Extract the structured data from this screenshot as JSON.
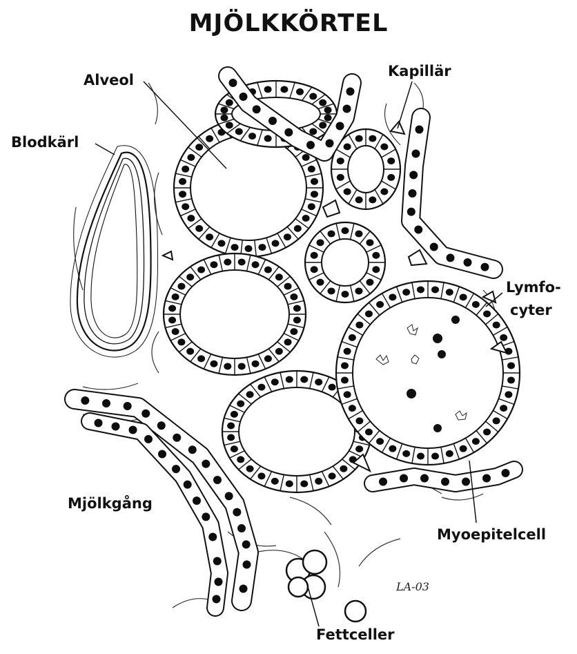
{
  "title": "MJÖLKKÖRTEL",
  "labels": {
    "alveol": "Alveol",
    "blodkarl": "Blodkärl",
    "kapillar": "Kapillär",
    "lymfocyter_line1": "Lymfo-",
    "lymfocyter_line2": "cyter",
    "mjolkgang": "Mjölkgång",
    "myoepitelcell": "Myoepitelcell",
    "fettceller": "Fettceller"
  },
  "signature": "LA-03",
  "colors": {
    "ink": "#111111",
    "paper": "#ffffff",
    "nucleus": "#0d0d0d"
  }
}
